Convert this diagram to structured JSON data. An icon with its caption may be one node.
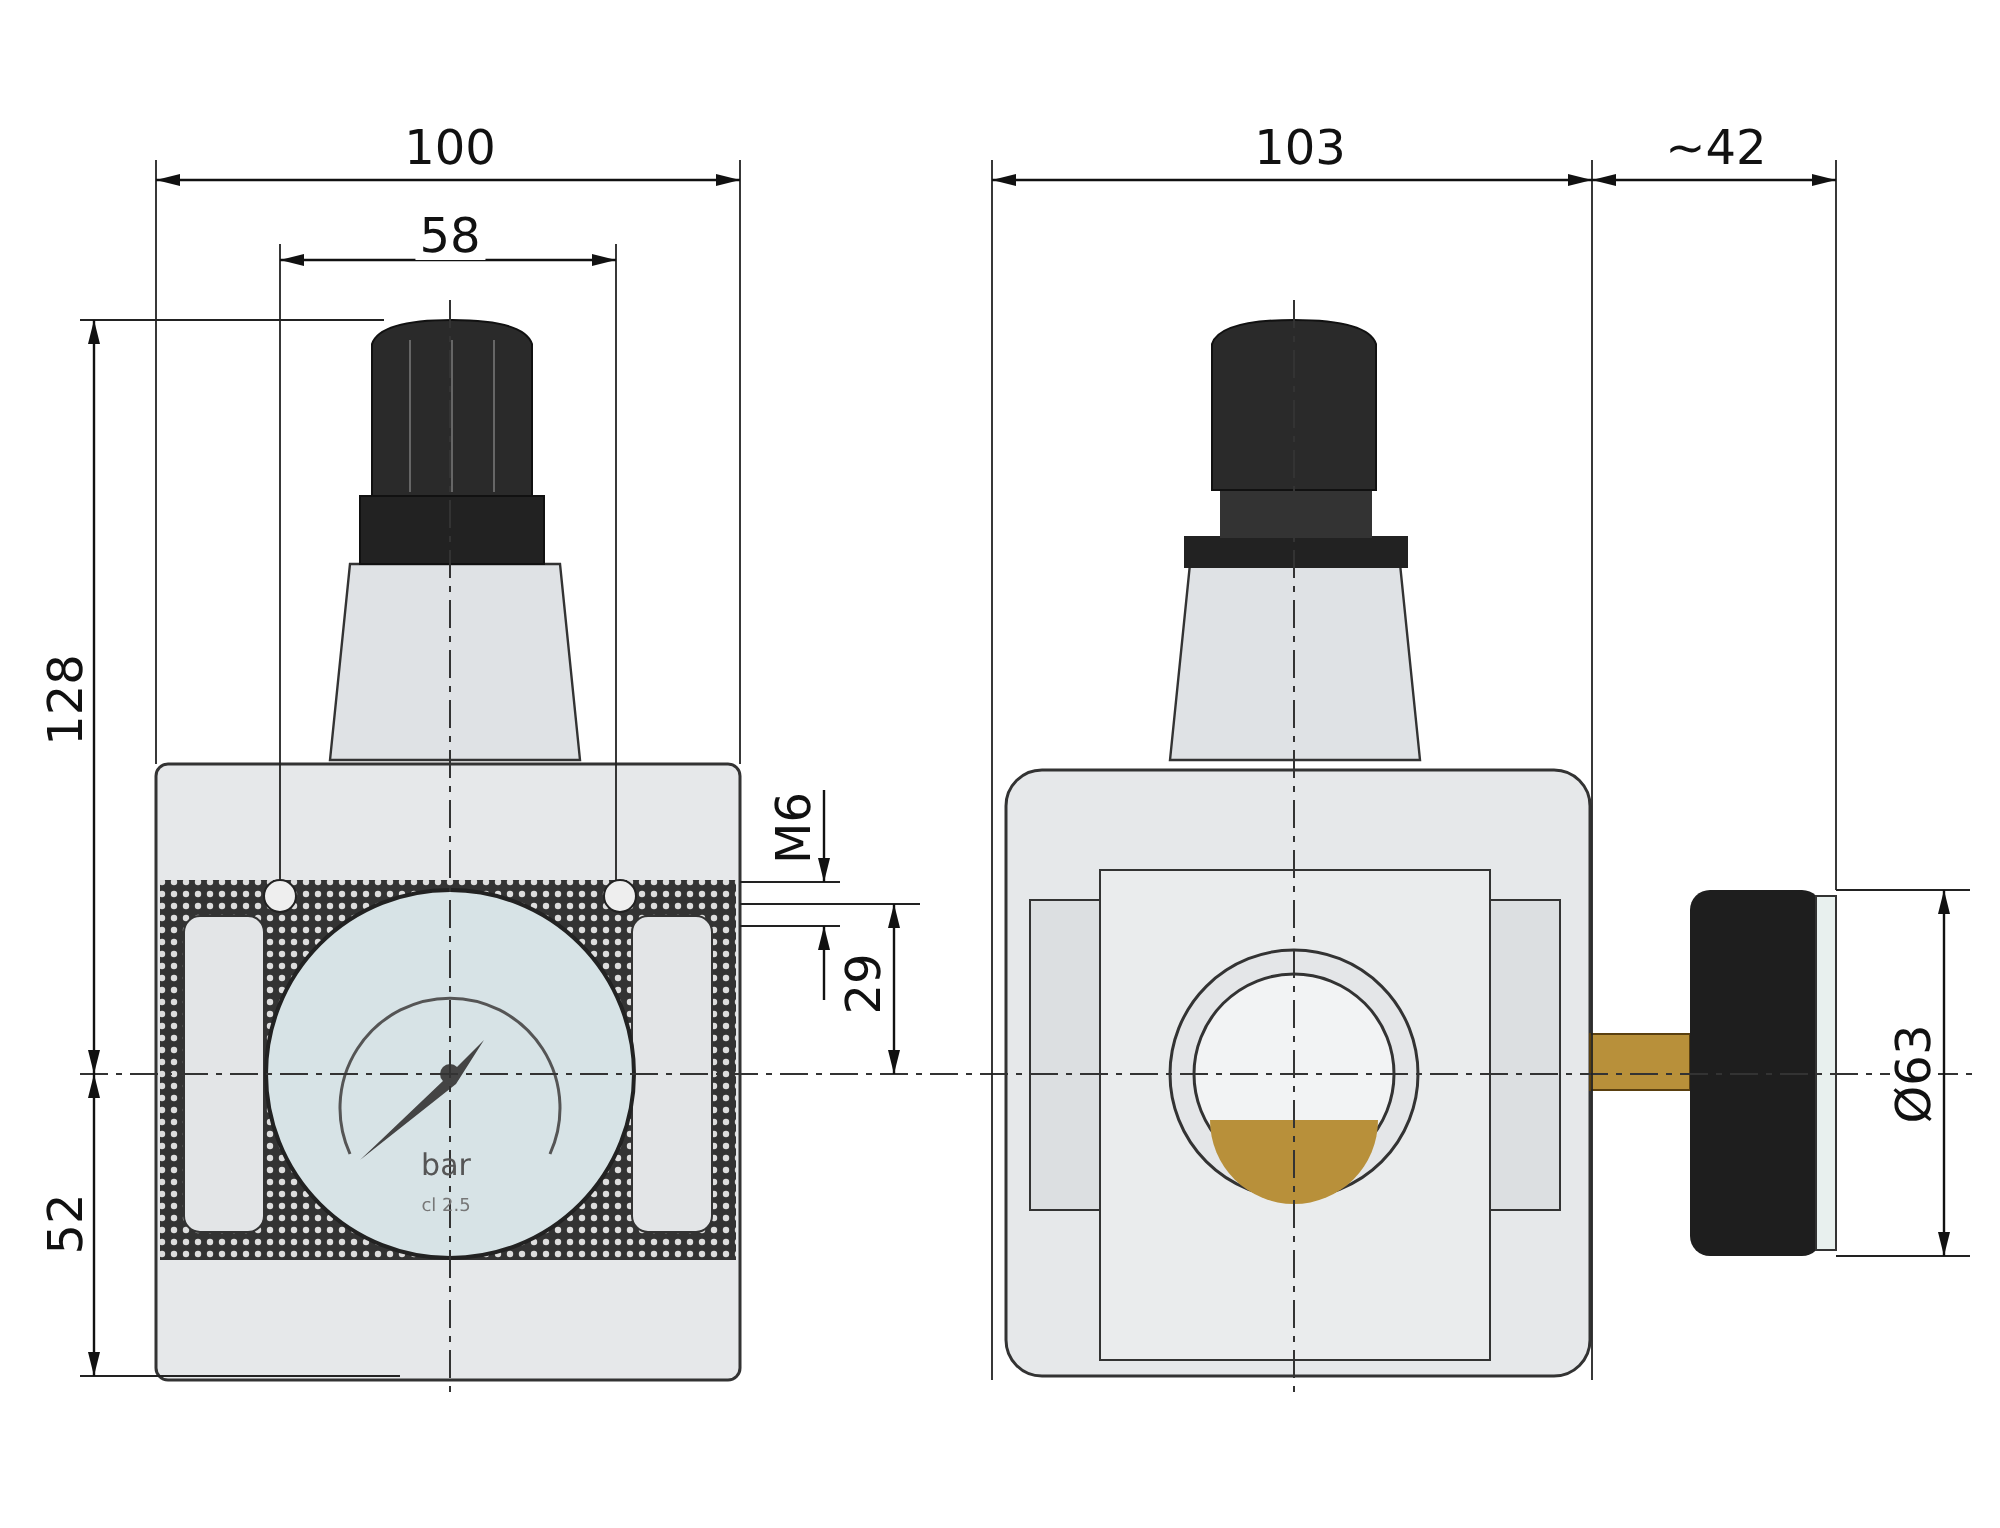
{
  "diagram": {
    "labels": [
      "100",
      "103",
      "~42",
      "58",
      "128",
      "M6",
      "29",
      "Ø63",
      "bar",
      "52",
      "cl 2.5"
    ]
  }
}
